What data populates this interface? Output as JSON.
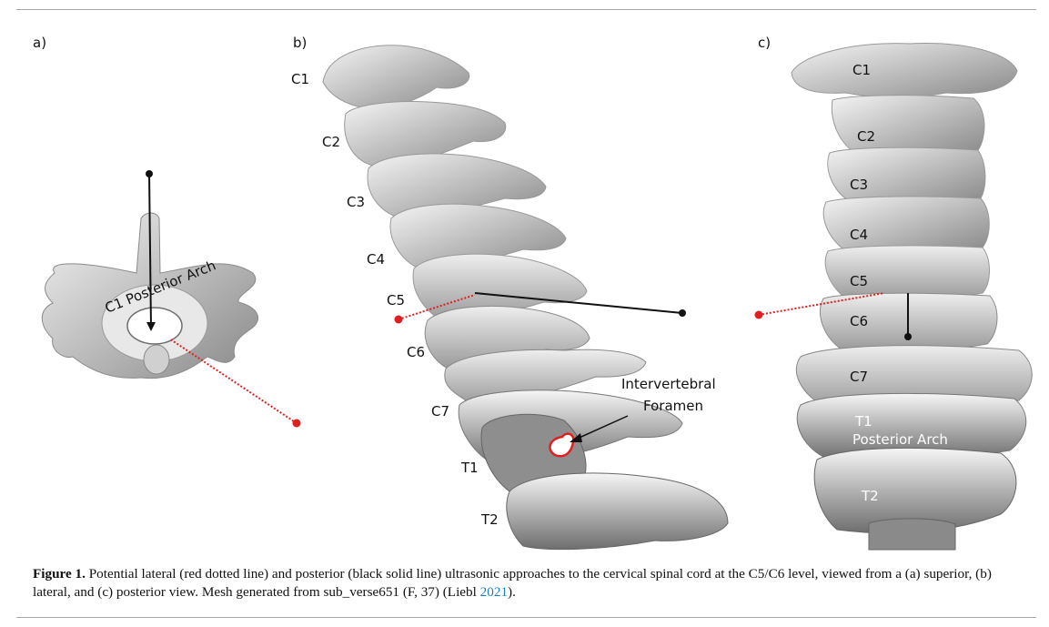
{
  "figure": {
    "panels": {
      "a": {
        "tag": "a)",
        "arch_label": "C1 Posterior Arch"
      },
      "b": {
        "tag": "b)",
        "levels": [
          "C1",
          "C2",
          "C3",
          "C4",
          "C5",
          "C6",
          "C7",
          "T1",
          "T2"
        ],
        "callout_line1": "Intervertebral",
        "callout_line2": "Foramen"
      },
      "c": {
        "tag": "c)",
        "levels": [
          "C1",
          "C2",
          "C3",
          "C4",
          "C5",
          "C6",
          "C7",
          "T1",
          "T2"
        ],
        "t1_sub": "Posterior Arch"
      }
    },
    "caption": {
      "prefix": "Figure 1.",
      "text": " Potential lateral (red dotted line) and posterior (black solid line) ultrasonic approaches to the cervical spinal cord at the C5/C6 level, viewed from a (a) superior, (b) lateral, and (c) posterior view. Mesh generated from sub_verse651 (F, 37) (Liebl ",
      "year_link": "2021",
      "suffix": ")."
    },
    "colors": {
      "lateral": "#e02020",
      "posterior": "#111111",
      "bone_light": "#ececec",
      "bone_dark": "#7d7d7d"
    }
  }
}
